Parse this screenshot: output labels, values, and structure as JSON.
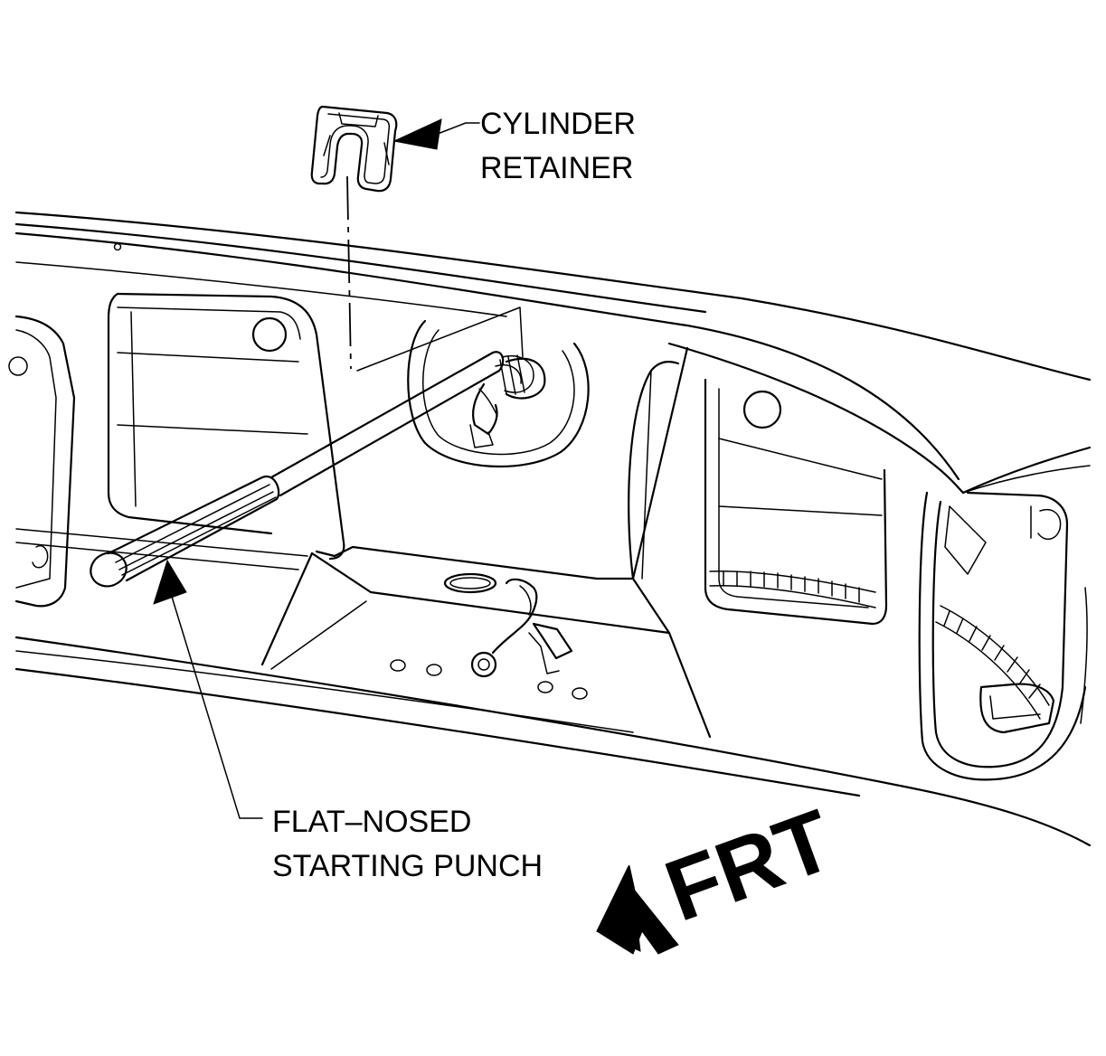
{
  "labels": {
    "cylinder_retainer_line1": "CYLINDER",
    "cylinder_retainer_line2": "RETAINER",
    "punch_line1": "FLAT–NOSED",
    "punch_line2": "STARTING PUNCH",
    "front": "FRT"
  }
}
